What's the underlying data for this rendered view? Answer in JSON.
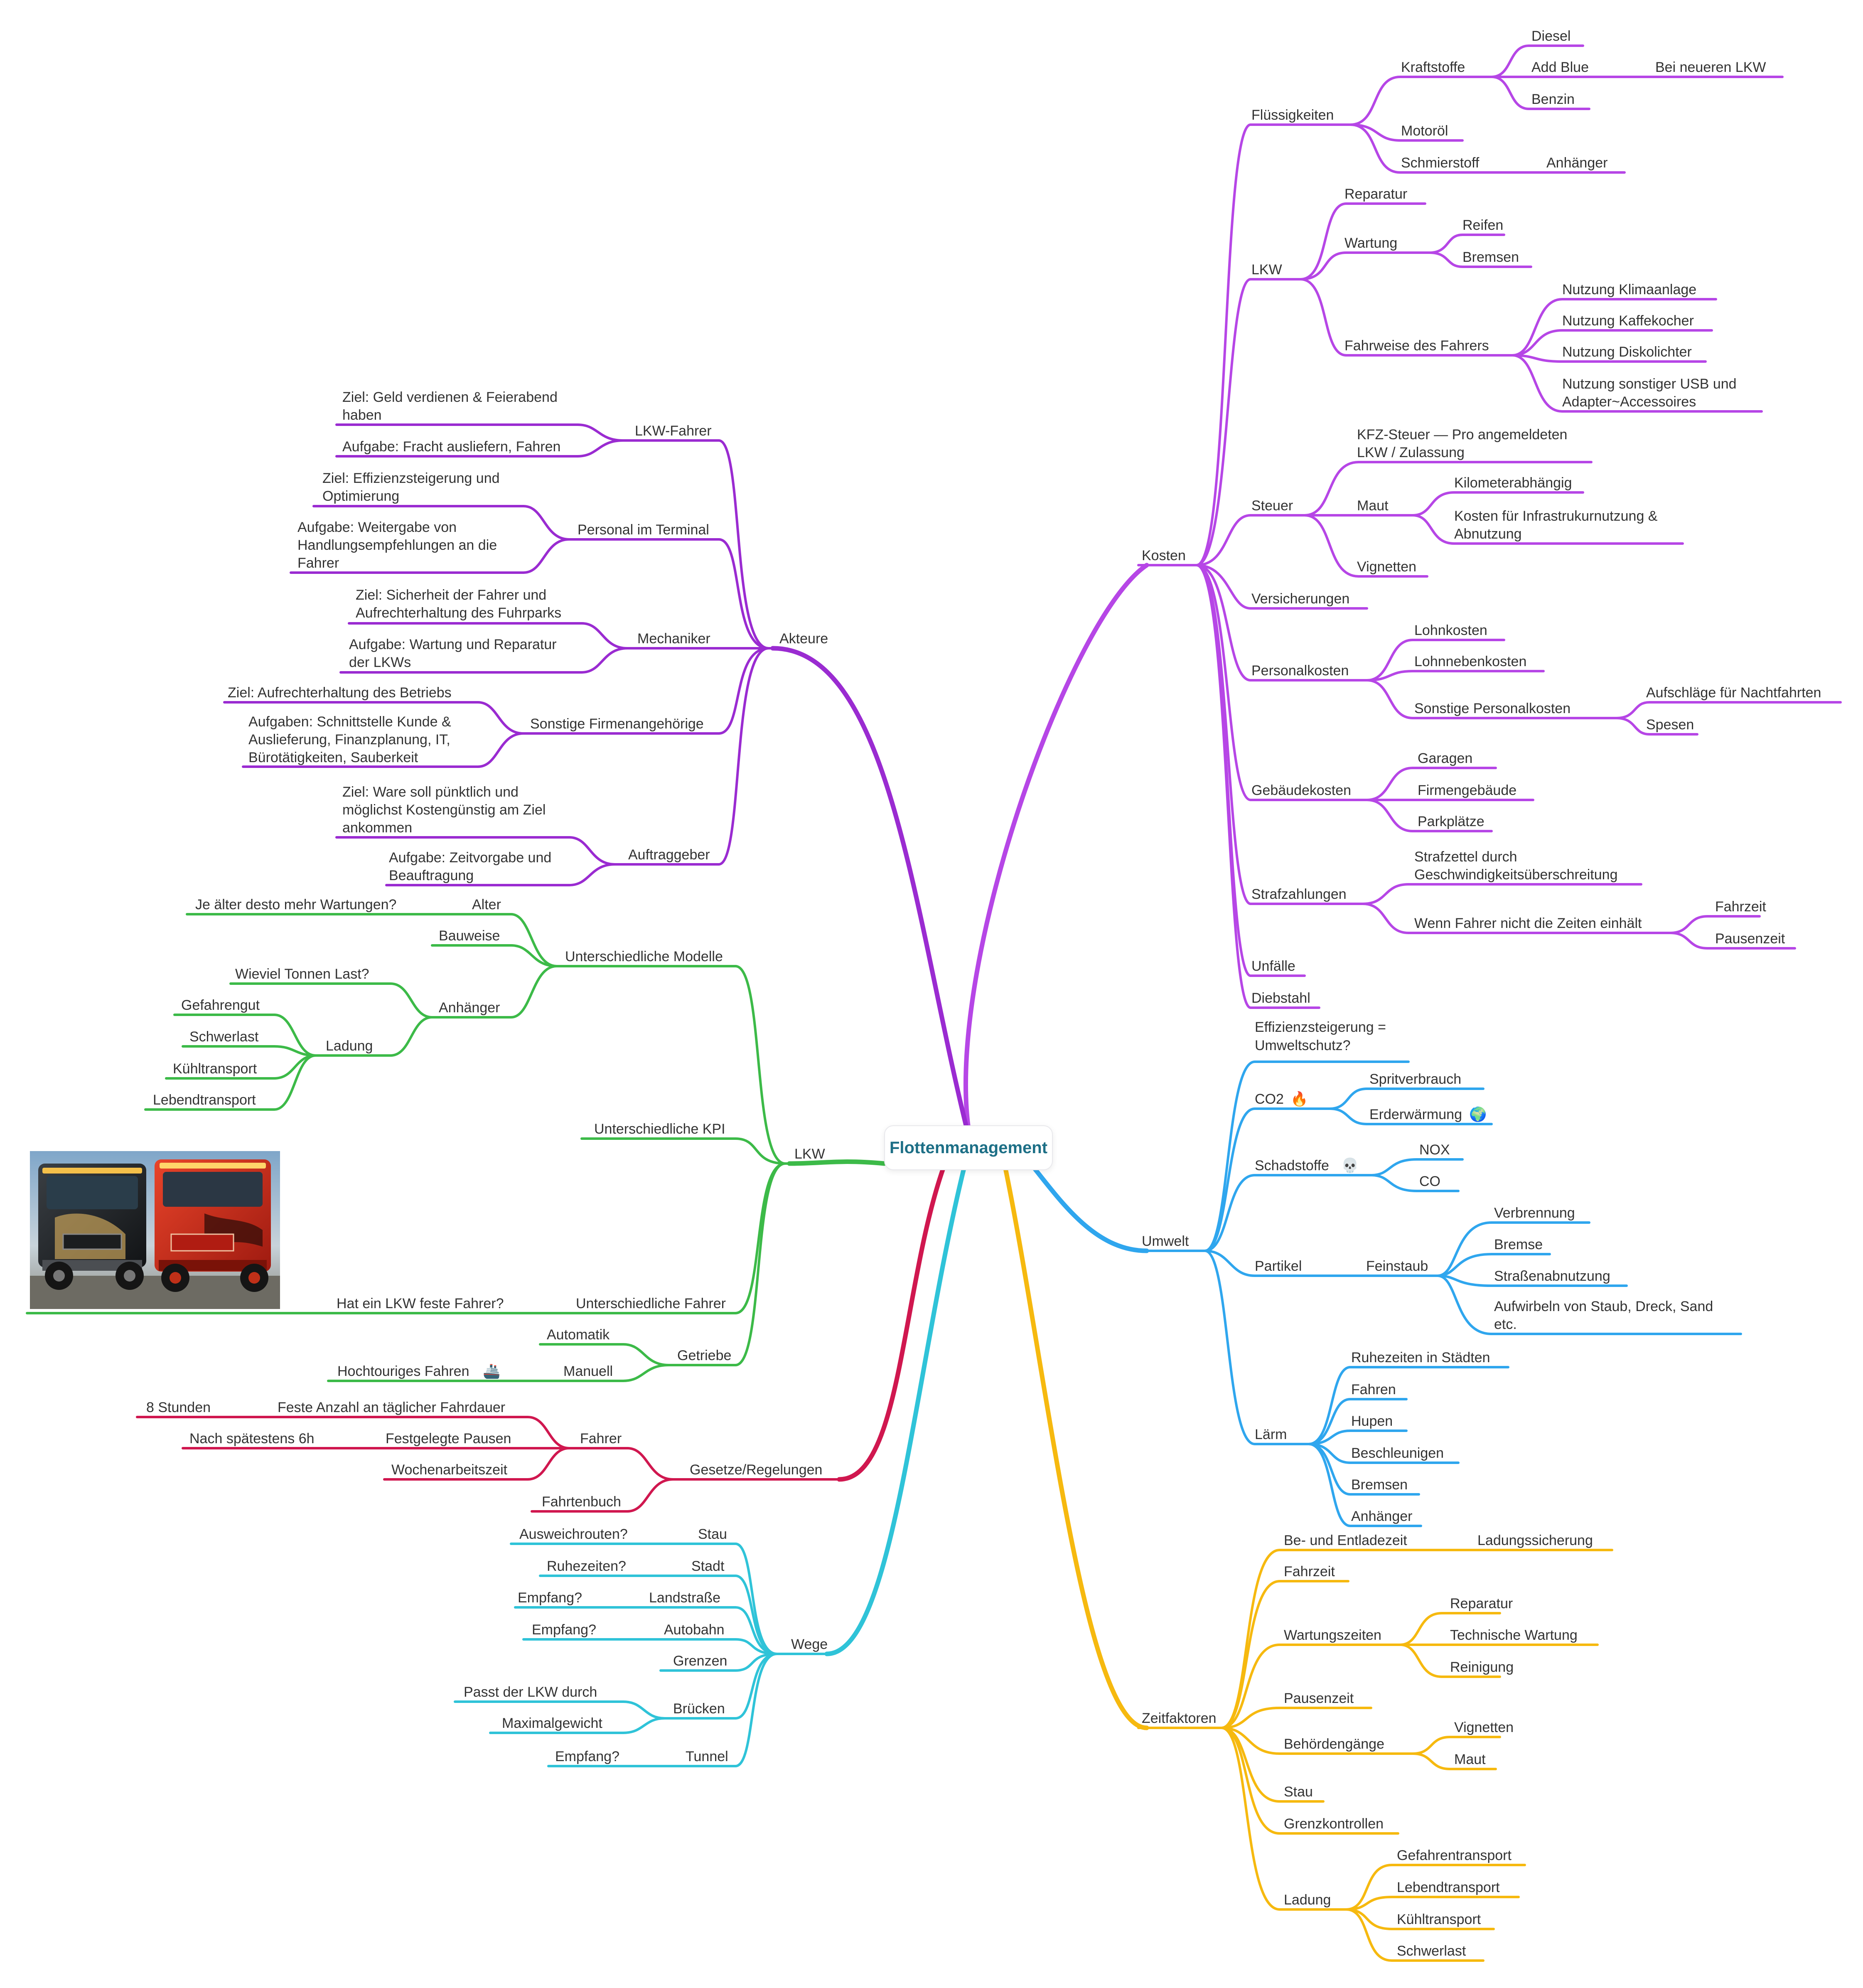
{
  "root": {
    "label": "Flottenmanagement"
  },
  "colors": {
    "purple_right": "#b646e6",
    "purple_left": "#9a2bd1",
    "green": "#3cba48",
    "crimson": "#d0174f",
    "teal": "#2fc3d8",
    "blue": "#2fa6ee",
    "orange": "#f6b90f"
  },
  "image": {
    "icon": "truck-photo-icon"
  },
  "emoji": {
    "fire": "🔥",
    "skull": "💀",
    "globe": "🌍",
    "ship": "🚢"
  },
  "branches": {
    "kosten": {
      "label": "Kosten",
      "fluessigkeiten": {
        "label": "Flüssigkeiten",
        "kraftstoffe": {
          "label": "Kraftstoffe",
          "diesel": "Diesel",
          "addblue": "Add Blue",
          "addblue_note": "Bei neueren LKW",
          "benzin": "Benzin"
        },
        "motoroel": "Motoröl",
        "schmierstoff": "Schmierstoff",
        "schmierstoff_anhaenger": "Anhänger"
      },
      "lkw": {
        "label": "LKW",
        "reparatur": "Reparatur",
        "wartung": {
          "label": "Wartung",
          "reifen": "Reifen",
          "bremsen": "Bremsen"
        },
        "fahrweise": {
          "label": "Fahrweise des Fahrers",
          "klima": "Nutzung Klimaanlage",
          "kaffee": "Nutzung Kaffekocher",
          "disko": "Nutzung Diskolichter",
          "usb1": "Nutzung sonstiger USB und",
          "usb2": "Adapter~Accessoires"
        }
      },
      "steuer": {
        "label": "Steuer",
        "kfz1": "KFZ-Steuer — Pro angemeldeten",
        "kfz2": "LKW / Zulassung",
        "maut": {
          "label": "Maut",
          "km": "Kilometerabhängig",
          "infra1": "Kosten für Infrastrukurnutzung &",
          "infra2": "Abnutzung"
        },
        "vignetten": "Vignetten"
      },
      "versicherungen": "Versicherungen",
      "personal": {
        "label": "Personalkosten",
        "lohn": "Lohnkosten",
        "lohnneben": "Lohnnebenkosten",
        "sonstige": {
          "label": "Sonstige Personalkosten",
          "nacht": "Aufschläge für Nachtfahrten",
          "spesen": "Spesen"
        }
      },
      "gebaeude": {
        "label": "Gebäudekosten",
        "garagen": "Garagen",
        "firmen": "Firmengebäude",
        "park": "Parkplätze"
      },
      "strafe": {
        "label": "Strafzahlungen",
        "zettel1": "Strafzettel durch",
        "zettel2": "Geschwindigkeitsüberschreitung",
        "zeiten": {
          "label": "Wenn Fahrer nicht die Zeiten einhält",
          "fahrzeit": "Fahrzeit",
          "pausen": "Pausenzeit"
        }
      },
      "unfaelle": "Unfälle",
      "diebstahl": "Diebstahl"
    },
    "umwelt": {
      "label": "Umwelt",
      "effizienz1": "Effizienzsteigerung =",
      "effizienz2": "Umweltschutz?",
      "co2": {
        "label": "CO2",
        "sprit": "Spritverbrauch",
        "erd": "Erderwärmung"
      },
      "schad": {
        "label": "Schadstoffe",
        "nox": "NOX",
        "co": "CO"
      },
      "partikel": {
        "label": "Partikel",
        "fein": {
          "label": "Feinstaub",
          "verbrennung": "Verbrennung",
          "bremse": "Bremse",
          "strasse": "Straßenabnutzung",
          "staub1": "Aufwirbeln von Staub, Dreck, Sand",
          "staub2": "etc."
        }
      },
      "laerm": {
        "label": "Lärm",
        "ruhe": "Ruhezeiten in Städten",
        "fahren": "Fahren",
        "hupen": "Hupen",
        "beschl": "Beschleunigen",
        "bremsen": "Bremsen",
        "anh": "Anhänger"
      }
    },
    "zeit": {
      "label": "Zeitfaktoren",
      "beent": "Be- und Entladezeit",
      "ladungssicherung": "Ladungssicherung",
      "fahrzeit": "Fahrzeit",
      "wartung": {
        "label": "Wartungszeiten",
        "rep": "Reparatur",
        "tech": "Technische Wartung",
        "rein": "Reinigung"
      },
      "pause": "Pausenzeit",
      "behoerde": {
        "label": "Behördengänge",
        "vign": "Vignetten",
        "maut": "Maut"
      },
      "stau": "Stau",
      "grenz": "Grenzkontrollen",
      "ladung": {
        "label": "Ladung",
        "gef": "Gefahrentransport",
        "leb": "Lebendtransport",
        "kuehl": "Kühltransport",
        "schwer": "Schwerlast"
      }
    },
    "akteure": {
      "label": "Akteure",
      "fahrer": {
        "label": "LKW-Fahrer",
        "ziel1": "Ziel: Geld verdienen & Feierabend",
        "ziel2": "haben",
        "aufgabe": "Aufgabe: Fracht ausliefern, Fahren"
      },
      "terminal": {
        "label": "Personal im Terminal",
        "ziel1": "Ziel: Effizienzsteigerung und",
        "ziel2": "Optimierung",
        "auf1": "Aufgabe: Weitergabe von",
        "auf2": "Handlungsempfehlungen an die",
        "auf3": "Fahrer"
      },
      "mech": {
        "label": "Mechaniker",
        "ziel1": "Ziel: Sicherheit der Fahrer und",
        "ziel2": "Aufrechterhaltung des Fuhrparks",
        "auf1": "Aufgabe: Wartung und Reparatur",
        "auf2": "der LKWs"
      },
      "sonst": {
        "label": "Sonstige Firmenangehörige",
        "ziel": "Ziel: Aufrechterhaltung des Betriebs",
        "auf1": "Aufgaben: Schnittstelle Kunde &",
        "auf2": "Auslieferung, Finanzplanung, IT,",
        "auf3": "Bürotätigkeiten, Sauberkeit"
      },
      "auftrag": {
        "label": "Auftraggeber",
        "ziel1": "Ziel: Ware soll pünktlich und",
        "ziel2": "möglichst Kostengünstig am Ziel",
        "ziel3": "ankommen",
        "auf1": "Aufgabe: Zeitvorgabe und",
        "auf2": "Beauftragung"
      }
    },
    "lkw": {
      "label": "LKW",
      "modelle": {
        "label": "Unterschiedliche Modelle",
        "alter": "Alter",
        "alter_q": "Je älter desto mehr Wartungen?",
        "bauweise": "Bauweise",
        "anhaenger": "Anhänger",
        "tonnen": "Wieviel Tonnen Last?",
        "ladung": {
          "label": "Ladung",
          "gef": "Gefahrengut",
          "schwer": "Schwerlast",
          "kuehl": "Kühltransport",
          "leben": "Lebendtransport"
        }
      },
      "kpi": "Unterschiedliche KPI",
      "fahrer": "Unterschiedliche Fahrer",
      "fest": "Hat ein LKW feste Fahrer?",
      "getriebe": {
        "label": "Getriebe",
        "auto": "Automatik",
        "manuell": "Manuell",
        "hoch": "Hochtouriges Fahren"
      }
    },
    "gesetze": {
      "label": "Gesetze/Regelungen",
      "fahrer": {
        "label": "Fahrer",
        "dauer": "Feste Anzahl an täglicher Fahrdauer",
        "acht": "8 Stunden",
        "pausen": "Festgelegte Pausen",
        "sechs": "Nach spätestens 6h",
        "woche": "Wochenarbeitszeit"
      },
      "buch": "Fahrtenbuch"
    },
    "wege": {
      "label": "Wege",
      "stau": "Stau",
      "stau_q": "Ausweichrouten?",
      "stadt": "Stadt",
      "stadt_q": "Ruhezeiten?",
      "land": "Landstraße",
      "land_q": "Empfang?",
      "bahn": "Autobahn",
      "bahn_q": "Empfang?",
      "grenzen": "Grenzen",
      "bruecken": "Brücken",
      "passt": "Passt der LKW durch",
      "max": "Maximalgewicht",
      "tunnel": "Tunnel",
      "tunnel_q": "Empfang?"
    }
  }
}
